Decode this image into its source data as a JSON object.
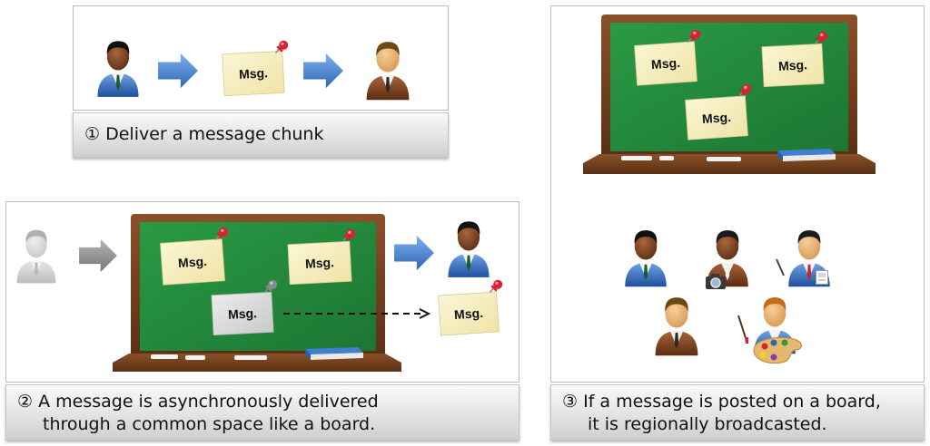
{
  "panels": {
    "p1": {
      "marker": "①",
      "caption": [
        "Deliver a message chunk"
      ]
    },
    "p2": {
      "marker": "②",
      "caption": [
        "A message is asynchronously delivered",
        "through a common space like a board."
      ]
    },
    "p3": {
      "marker": "③",
      "caption": [
        "If a message is posted on a board,",
        "it is regionally broadcasted."
      ]
    }
  },
  "note_label": "Msg.",
  "icons": {
    "sender": "person-blue-suit-icon",
    "receiver": "person-brown-suit-icon",
    "sender_inactive": "person-gray-icon",
    "arrow": "blue-right-arrow-icon",
    "board": "green-chalkboard-icon",
    "pin": "red-push-pin-icon",
    "camera": "camera-icon",
    "palette": "paint-palette-icon",
    "badge": "id-badge-icon",
    "book": "book-icon"
  },
  "colors": {
    "board_green": "#23893a",
    "board_frame": "#6b3b1d",
    "note_yellow": "#f7f0c2",
    "note_gray": "#dcdcdc",
    "arrow_blue": "#4a82c8",
    "arrow_gray": "#8c8c8c",
    "pin_red": "#d92231",
    "caption_bg": "#e3e3e3"
  }
}
